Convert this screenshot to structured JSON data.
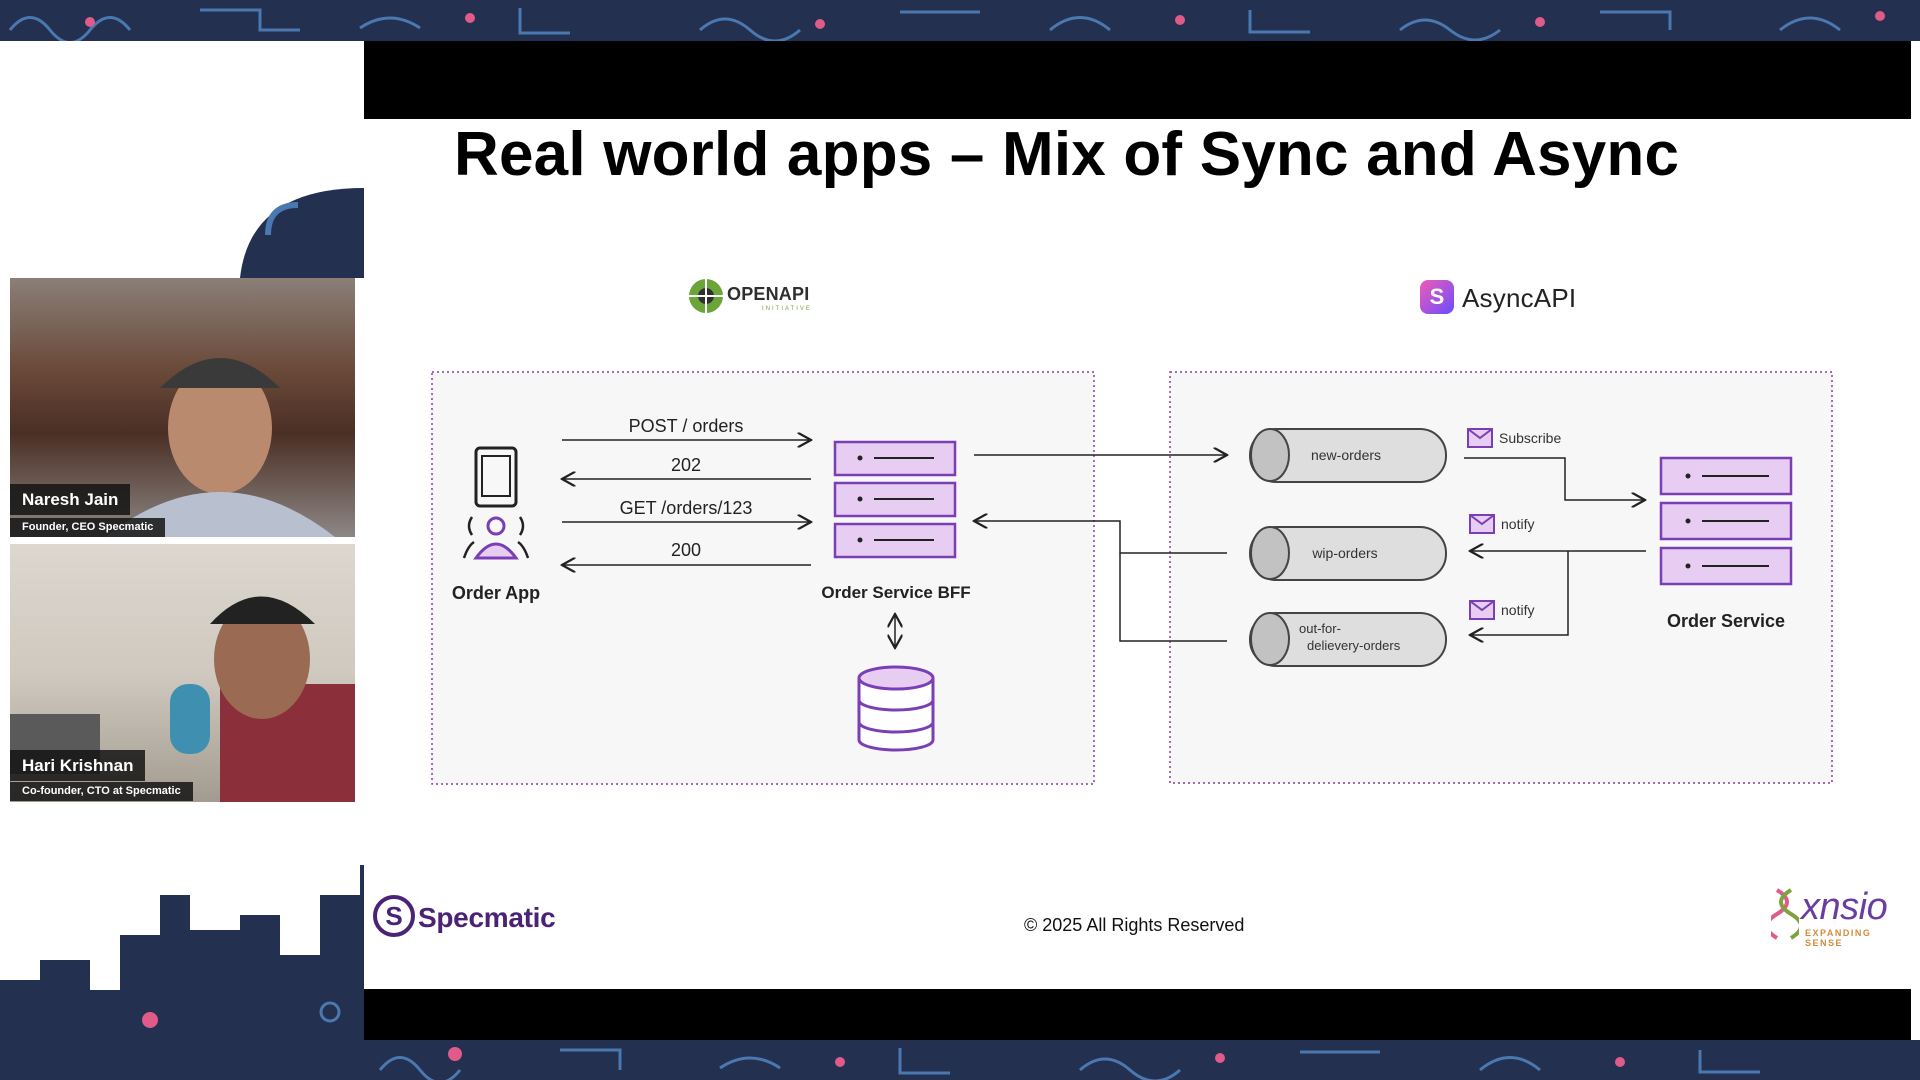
{
  "slide": {
    "title": "Real world apps – Mix of Sync and Async",
    "openapi_logo": {
      "name": "OPENAPI",
      "sub": "INITIATIVE"
    },
    "asyncapi_logo": {
      "name": "AsyncAPI",
      "glyph": "S"
    },
    "sync": {
      "client_label": "Order App",
      "bff_label": "Order Service BFF",
      "requests": [
        {
          "label": "POST / orders",
          "direction": "right"
        },
        {
          "label": "202",
          "direction": "left"
        },
        {
          "label": "GET /orders/123",
          "direction": "right"
        },
        {
          "label": "200",
          "direction": "left"
        }
      ]
    },
    "async": {
      "topics": [
        "new-orders",
        "wip-orders",
        "out-for-\ndelievery-orders"
      ],
      "actions": [
        "Subscribe",
        "notify",
        "notify"
      ],
      "service_label": "Order Service"
    },
    "footer": {
      "brand": "Specmatic",
      "copyright": "© 2025 All Rights Reserved",
      "partner": "xnsio",
      "partner_tagline": "EXPANDING SENSE"
    },
    "colors": {
      "accent": "#7b3fb5",
      "fill": "#e8cdf3",
      "topic_fill": "#dedede",
      "band": "#24304f"
    }
  },
  "participants": [
    {
      "name": "Naresh Jain",
      "role": "Founder, CEO Specmatic"
    },
    {
      "name": "Hari Krishnan",
      "role": "Co-founder, CTO at Specmatic"
    }
  ],
  "icons": [
    "mobile-phone-icon",
    "user-icon",
    "server-stack-icon",
    "database-icon",
    "envelope-icon",
    "openapi-logo-icon",
    "asyncapi-logo-icon",
    "specmatic-logo-icon",
    "xnsio-logo-icon"
  ]
}
